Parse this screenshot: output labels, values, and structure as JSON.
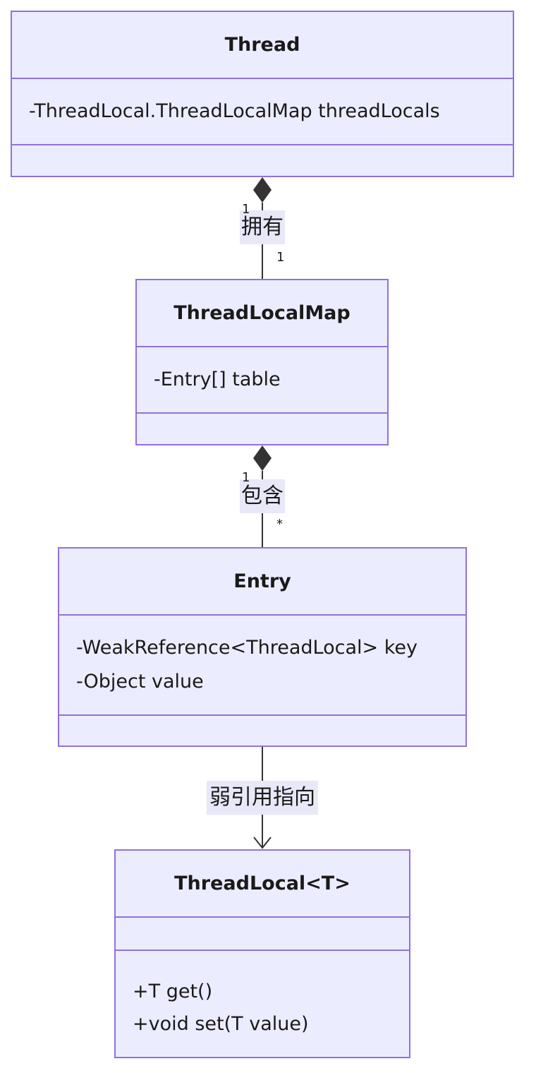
{
  "classes": {
    "thread": {
      "name": "Thread",
      "attributes": [
        "-ThreadLocal.ThreadLocalMap threadLocals"
      ],
      "methods": []
    },
    "map": {
      "name": "ThreadLocalMap",
      "attributes": [
        "-Entry[] table"
      ],
      "methods": []
    },
    "entry": {
      "name": "Entry",
      "attributes": [
        "-WeakReference<ThreadLocal> key",
        "-Object value"
      ],
      "methods": []
    },
    "threadlocal": {
      "name": "ThreadLocal<T>",
      "attributes": [],
      "methods": [
        "+T get()",
        "+void set(T value)"
      ]
    }
  },
  "relations": [
    {
      "from": "Thread",
      "to": "ThreadLocalMap",
      "kind": "composition",
      "label": "拥有",
      "from_multiplicity": "1",
      "to_multiplicity": "1"
    },
    {
      "from": "ThreadLocalMap",
      "to": "Entry",
      "kind": "composition",
      "label": "包含",
      "from_multiplicity": "1",
      "to_multiplicity": "*"
    },
    {
      "from": "Entry",
      "to": "ThreadLocal<T>",
      "kind": "association",
      "label": "弱引用指向"
    }
  ],
  "colors": {
    "box_fill": "#ececff",
    "box_border": "#9370db",
    "edge": "#333333",
    "label_bg": "#e8e8f8"
  }
}
